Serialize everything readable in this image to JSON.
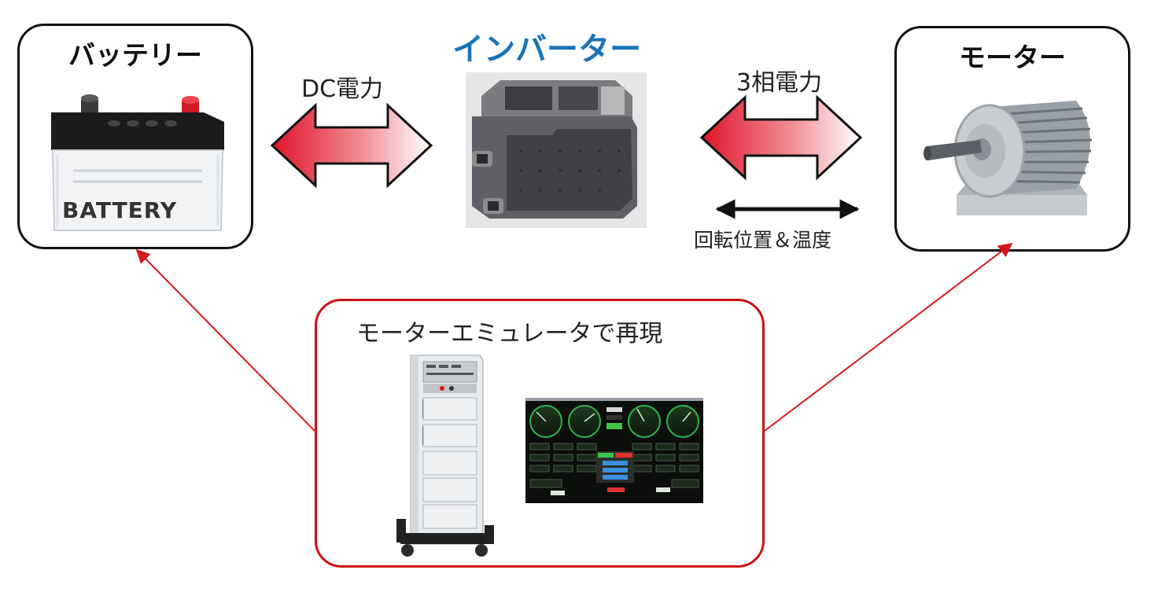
{
  "battery": {
    "title": "バッテリー",
    "body_text": "BATTERY"
  },
  "inverter": {
    "title": "インバーター"
  },
  "motor": {
    "title": "モーター"
  },
  "dc_power": {
    "label": "DC電力"
  },
  "three_phase_power": {
    "label": "3相電力"
  },
  "feedback": {
    "label": "回転位置＆温度"
  },
  "emulator": {
    "label": "モーターエミュレータで再現"
  },
  "colors": {
    "inverter_title": "#1a74b8",
    "emulator_border": "#cc1111",
    "link_lines": "#d11a1a",
    "arrow_red": "#e0142a"
  }
}
